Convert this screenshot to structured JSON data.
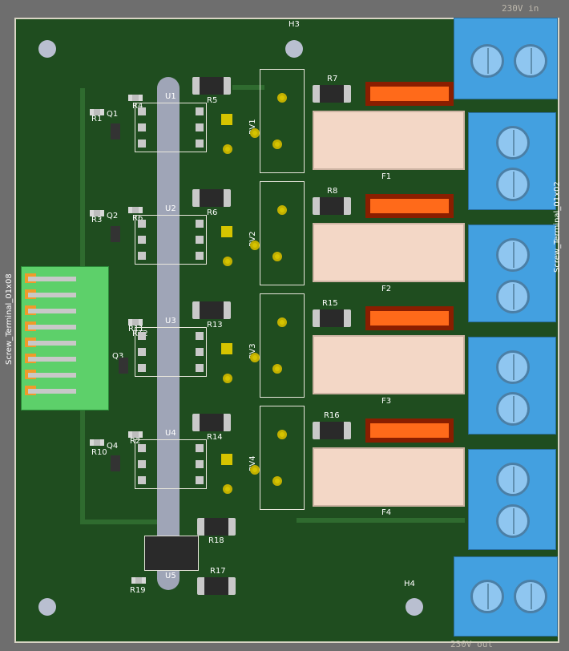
{
  "board": {
    "holes": [
      "H3",
      "H4"
    ],
    "connectors": {
      "top": "230V in",
      "bottom": "230V out",
      "left_vertical": "Screw_Terminal_01x08",
      "right_vertical": "Screw_Terminal_01x02"
    },
    "channels": [
      {
        "u": "U1",
        "r_gate": "R1",
        "r_in": "R4",
        "q": "Q1",
        "r_top": "R5",
        "rv": "RV1",
        "r_fuse": "R7",
        "fuse": "F1"
      },
      {
        "u": "U2",
        "r_gate": "R3",
        "r_in": "R6",
        "q": "Q2",
        "r_top": "R6",
        "rv": "RV2",
        "r_fuse": "R8",
        "fuse": "F2"
      },
      {
        "u": "U3",
        "r_gate": "R11",
        "r_in": "R12",
        "q": "Q3",
        "r_top": "R13",
        "rv": "RV3",
        "r_fuse": "R15",
        "fuse": "F3"
      },
      {
        "u": "U4",
        "r_gate": "R10",
        "r_in": "R2",
        "q": "Q4",
        "r_top": "R14",
        "rv": "RV4",
        "r_fuse": "R16",
        "fuse": "F4"
      }
    ],
    "misc": {
      "r18": "R18",
      "r17": "R17",
      "r19": "R19",
      "u5": "U5"
    }
  },
  "colors": {
    "pcb": "#1f4d1f",
    "silk": "#ffffff",
    "copper_pad": "#d6c400",
    "terminal": "#43a0e0",
    "fuse": "#ff6a1a"
  }
}
